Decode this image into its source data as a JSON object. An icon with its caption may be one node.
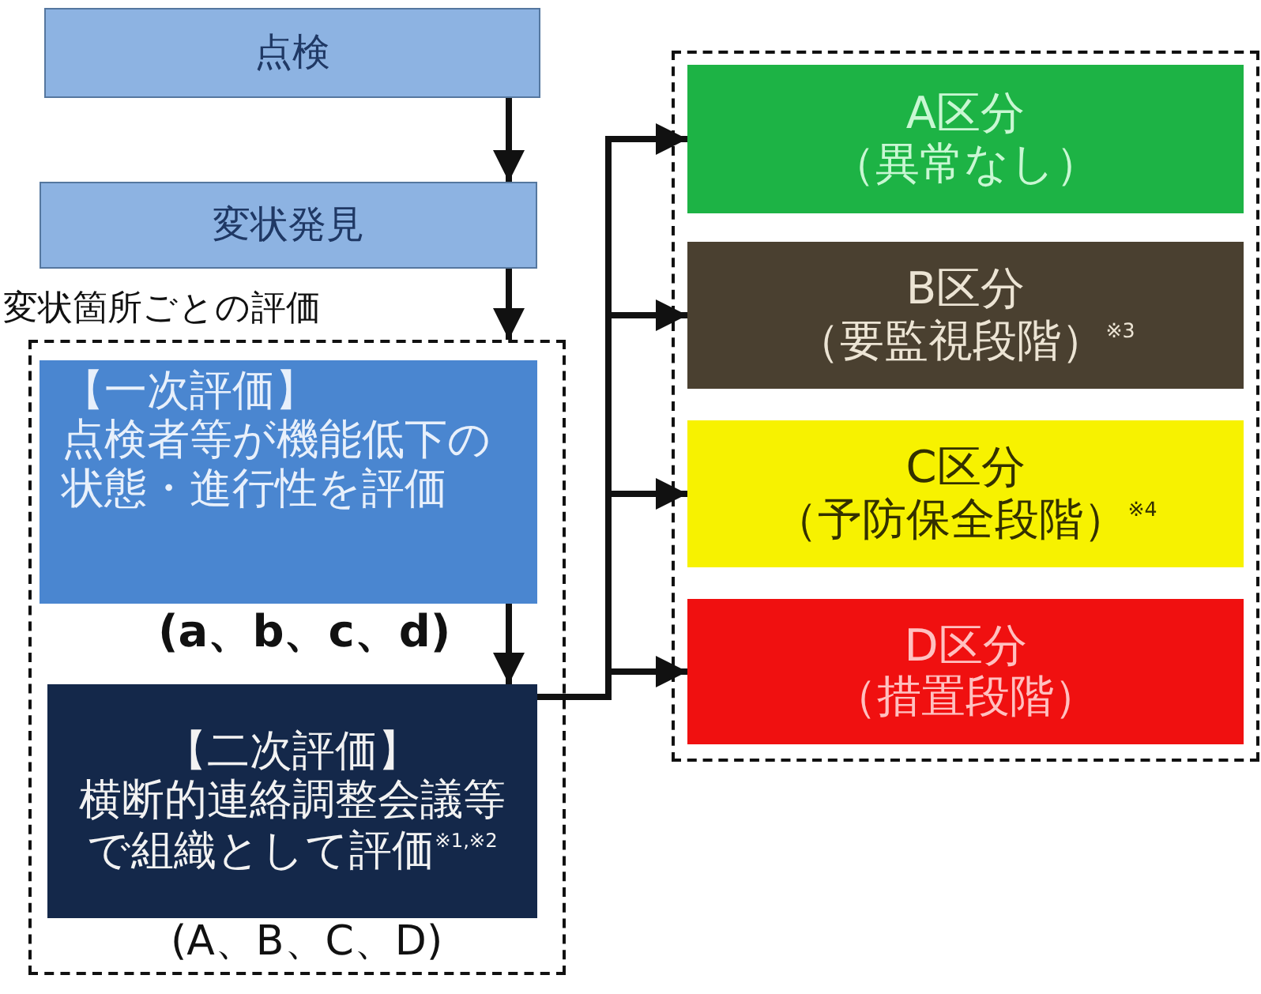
{
  "diagram": {
    "nodes": [
      {
        "text": [
          "点検"
        ]
      },
      {
        "text": [
          "変状発見"
        ]
      },
      {
        "text": [
          "変状箇所ごとの評価"
        ]
      },
      {
        "text": [
          "【一次評価】",
          "点検者等が機能低下の状態・進行性を評価"
        ],
        "in": 2,
        "beside": [
          "(a、b、c、d)"
        ]
      },
      {
        "text": [
          "【二次評価】",
          "横断的連絡調整会議等で組織として評価$^{※1,※2}$"
        ],
        "in": 2,
        "beside": [
          "(A、B、C、D)"
        ]
      },
      {
        "text": [],
        "shape": "box"
      },
      {
        "text": [
          "A区分",
          "（異常なし）"
        ],
        "in": 5
      },
      {
        "text": [
          "B区分",
          "（要監視段階）$^{※3}$"
        ],
        "in": 5
      },
      {
        "text": [
          "C区分",
          "（予防保全段階）$^{※4}$"
        ],
        "in": 5
      },
      {
        "text": [
          "D区分",
          "（措置段階）"
        ],
        "in": 5
      }
    ],
    "edges": [
      {
        "from": 0,
        "to": 1,
        "arrow": "to"
      },
      {
        "from": 1,
        "to": 2,
        "arrow": "to"
      },
      {
        "from": 3,
        "to": 4,
        "arrow": "to"
      },
      {
        "from": 4,
        "to": 6,
        "arrow": "to"
      },
      {
        "from": 4,
        "to": 7,
        "arrow": "to"
      },
      {
        "from": 4,
        "to": 8,
        "arrow": "to"
      },
      {
        "from": 4,
        "to": 9,
        "arrow": "to"
      }
    ]
  }
}
